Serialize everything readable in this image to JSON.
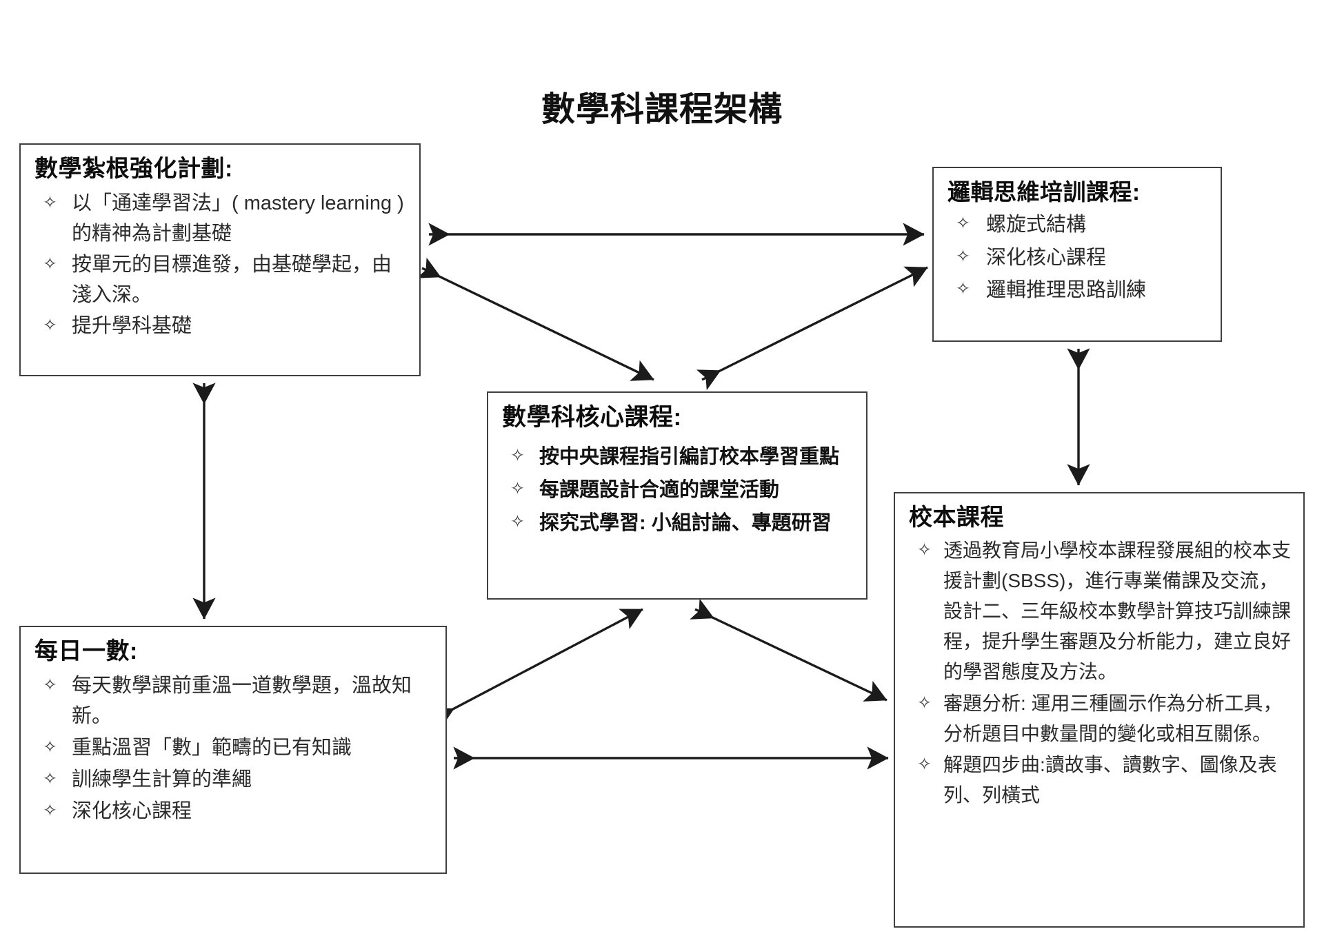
{
  "title": "數學科課程架構",
  "bullet_glyph": "✧",
  "colors": {
    "border": "#3f3f3f",
    "text": "#2b2b2b",
    "title": "#111111",
    "arrow": "#1b1b1b",
    "background": "#ffffff"
  },
  "boxes": {
    "mastery": {
      "title": "數學紮根強化計劃:",
      "items": [
        "以「通達學習法」( mastery learning ) 的精神為計劃基礎",
        "按單元的目標進發，由基礎學起，由淺入深。",
        "提升學科基礎"
      ]
    },
    "logic": {
      "title": "邏輯思維培訓課程:",
      "items": [
        "螺旋式結構",
        "深化核心課程",
        "邏輯推理思路訓練"
      ]
    },
    "core": {
      "title": "數學科核心課程:",
      "items": [
        "按中央課程指引編訂校本學習重點",
        "每課題設計合適的課堂活動",
        "探究式學習: 小組討論、專題研習"
      ]
    },
    "daily": {
      "title": "每日一數:",
      "items": [
        "每天數學課前重溫一道數學題，溫故知新。",
        "重點溫習「數」範疇的已有知識",
        "訓練學生計算的準繩",
        "深化核心課程"
      ]
    },
    "school": {
      "title": "校本課程",
      "items": [
        "透過教育局小學校本課程發展組的校本支援計劃(SBSS)，進行專業備課及交流，設計二、三年級校本數學計算技巧訓練課程，提升學生審題及分析能力，建立良好的學習態度及方法。",
        "審題分析: 運用三種圖示作為分析工具，分析題目中數量間的變化或相互關係。",
        "解題四步曲:讀故事、讀數字、圖像及表列、列橫式"
      ]
    }
  },
  "connections": [
    {
      "id": "mastery-logic",
      "from": "mastery",
      "to": "logic",
      "style": "double-headed-horizontal"
    },
    {
      "id": "mastery-core",
      "from": "mastery",
      "to": "core",
      "style": "double-headed-diagonal"
    },
    {
      "id": "core-logic",
      "from": "core",
      "to": "logic",
      "style": "double-headed-diagonal"
    },
    {
      "id": "mastery-daily",
      "from": "mastery",
      "to": "daily",
      "style": "double-headed-vertical"
    },
    {
      "id": "logic-school",
      "from": "logic",
      "to": "school",
      "style": "double-headed-vertical"
    },
    {
      "id": "daily-core",
      "from": "daily",
      "to": "core",
      "style": "double-headed-diagonal"
    },
    {
      "id": "core-school",
      "from": "core",
      "to": "school",
      "style": "double-headed-diagonal"
    },
    {
      "id": "daily-school",
      "from": "daily",
      "to": "school",
      "style": "double-headed-horizontal"
    }
  ]
}
